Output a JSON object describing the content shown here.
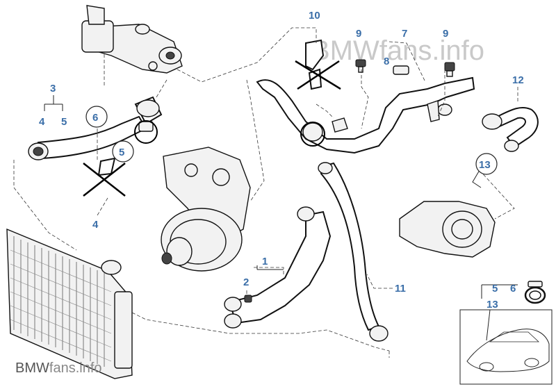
{
  "watermark_top": "BMWfans.info",
  "watermark_bottom": {
    "brand": "BMW",
    "suffix": "fans.info"
  },
  "callouts": [
    {
      "id": "c10",
      "label": "10"
    },
    {
      "id": "c9a",
      "label": "9"
    },
    {
      "id": "c7",
      "label": "7"
    },
    {
      "id": "c9b",
      "label": "9"
    },
    {
      "id": "c8",
      "label": "8"
    },
    {
      "id": "c12",
      "label": "12"
    },
    {
      "id": "c3",
      "label": "3"
    },
    {
      "id": "c4a",
      "label": "4"
    },
    {
      "id": "c5a",
      "label": "5"
    },
    {
      "id": "c6",
      "label": "6"
    },
    {
      "id": "c5b",
      "label": "5"
    },
    {
      "id": "c4b",
      "label": "4"
    },
    {
      "id": "c13",
      "label": "13"
    },
    {
      "id": "c1",
      "label": "1"
    },
    {
      "id": "c2",
      "label": "2"
    },
    {
      "id": "c11",
      "label": "11"
    },
    {
      "id": "c5c",
      "label": "5"
    },
    {
      "id": "c6b",
      "label": "6"
    },
    {
      "id": "c13b",
      "label": "13"
    }
  ],
  "colors": {
    "callout": "#3a6ea8",
    "ink": "#111111",
    "watermark": "#c9c9c9"
  }
}
